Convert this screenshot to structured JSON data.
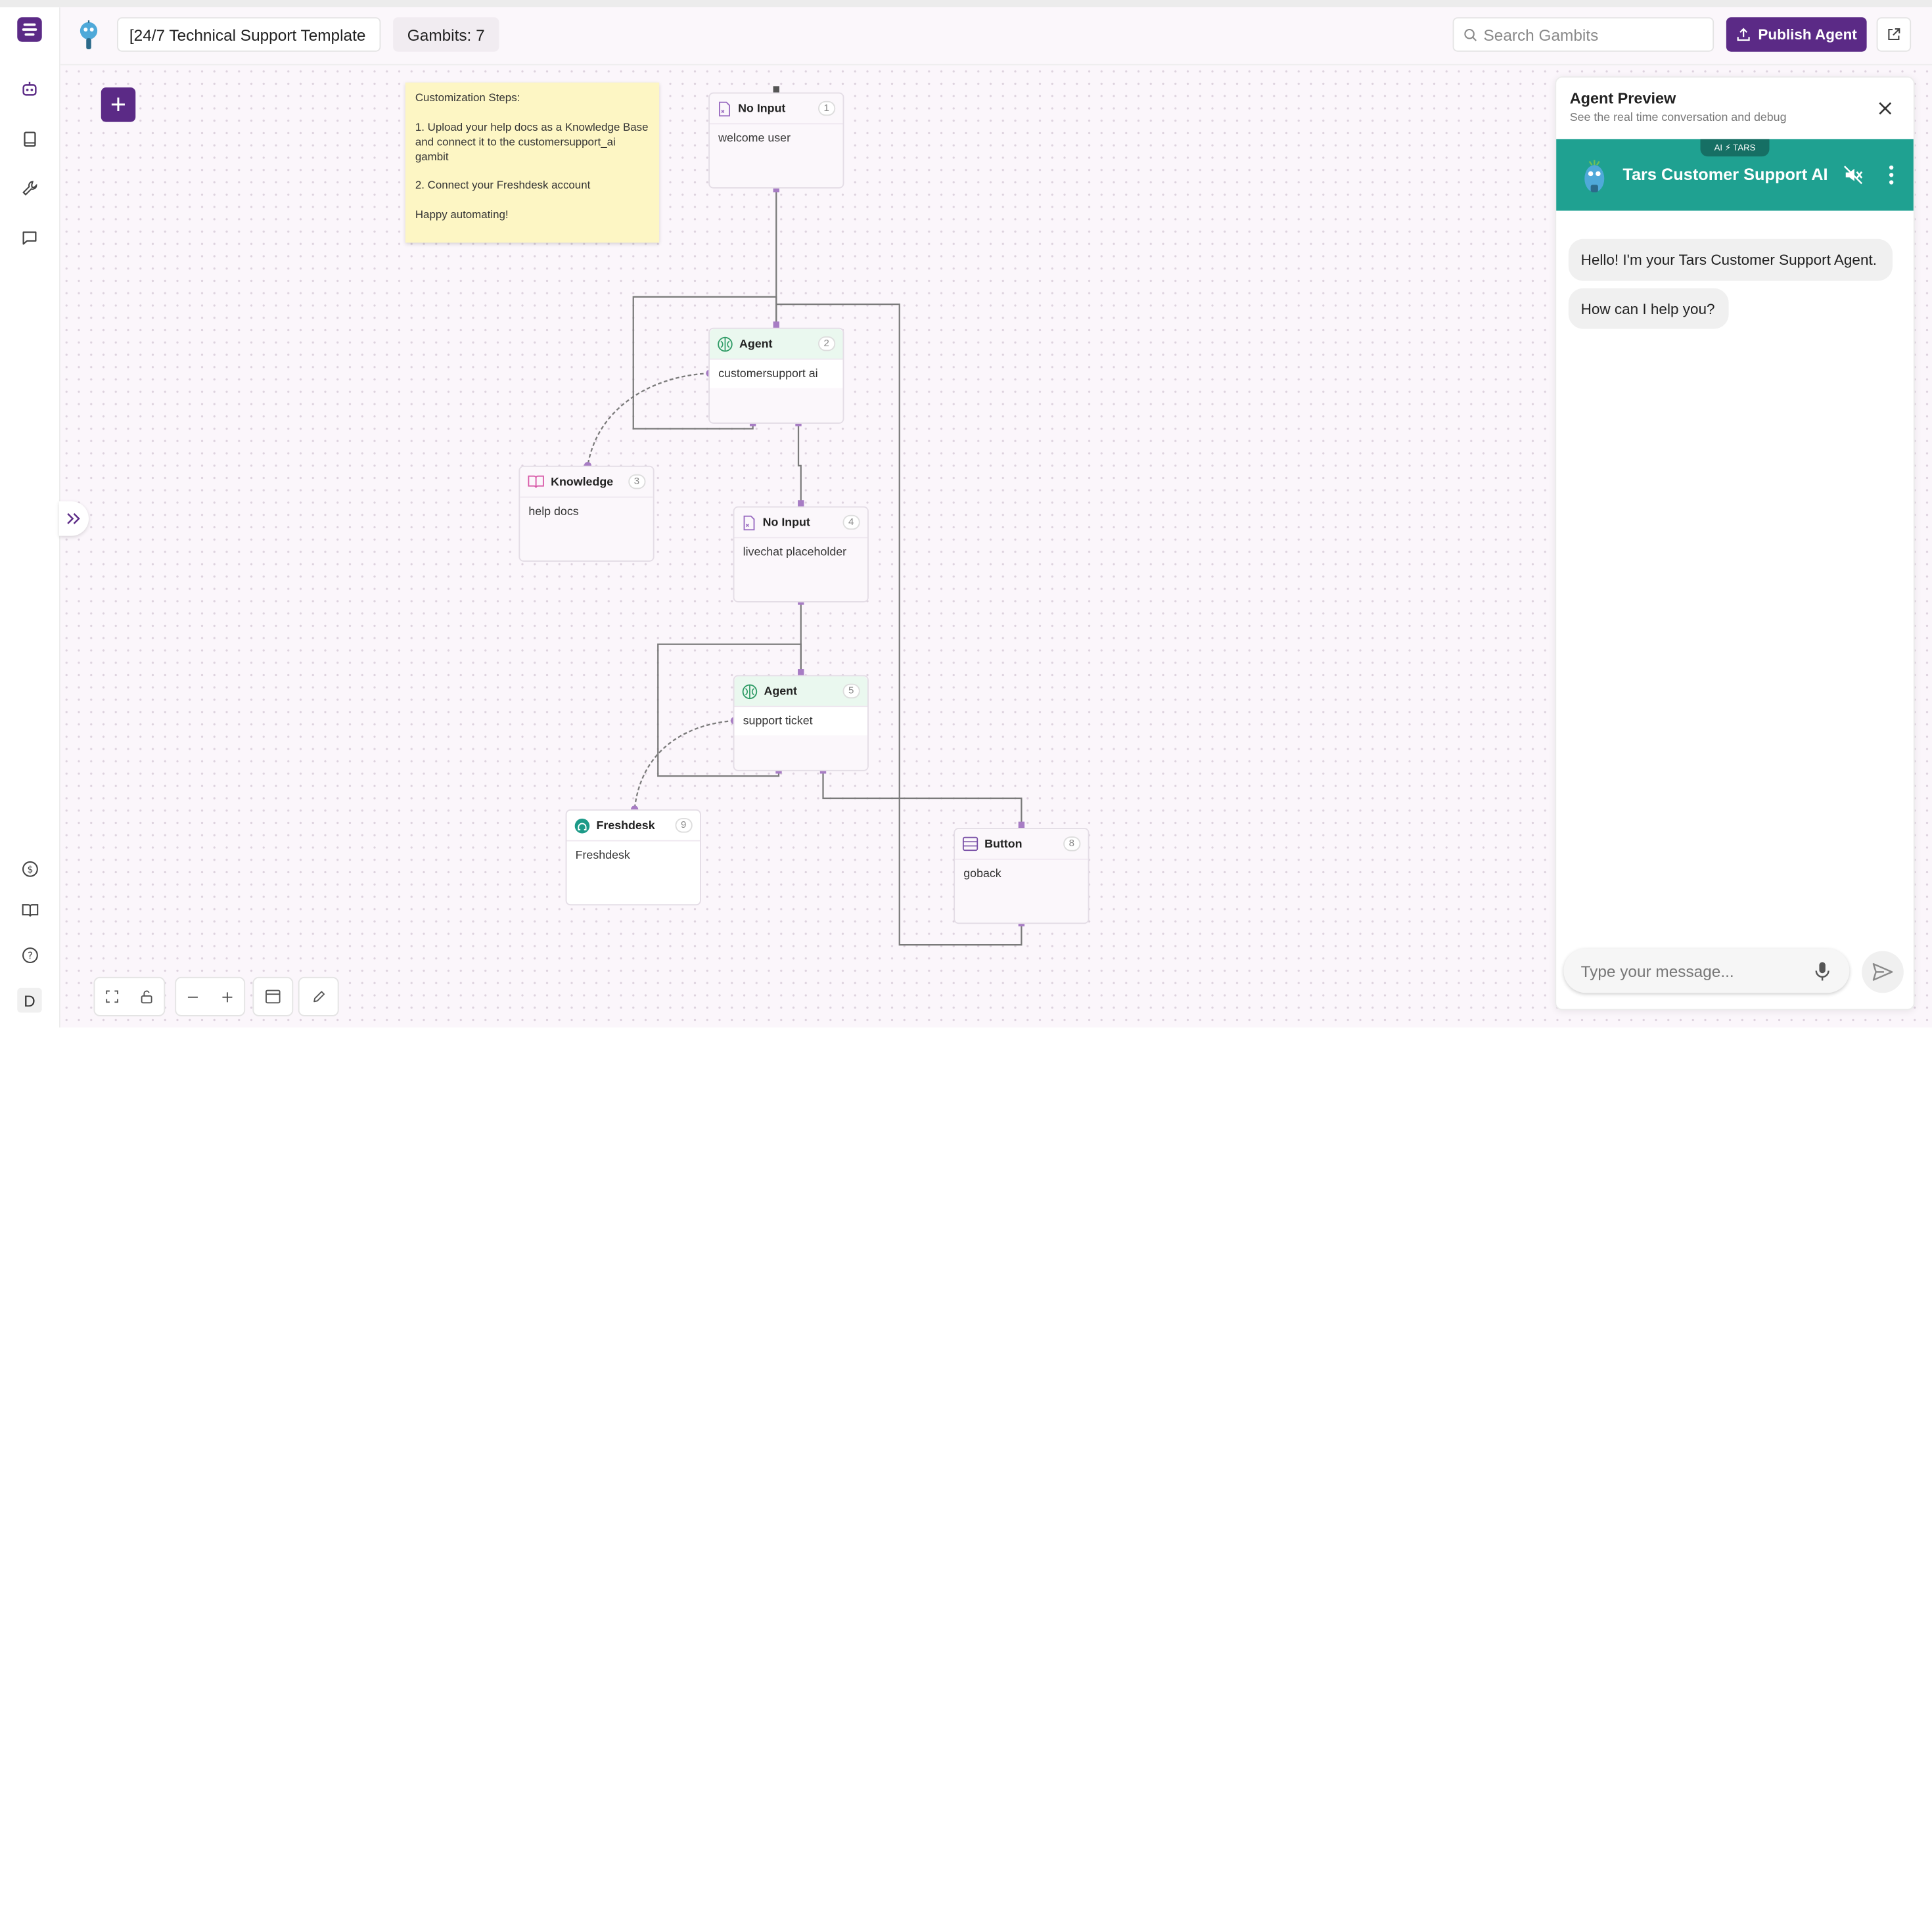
{
  "header": {
    "title": "[24/7 Technical Support Template",
    "gambits_badge": "Gambits: 7",
    "search_placeholder": "Search Gambits",
    "publish_label": "Publish Agent"
  },
  "sidebar": {
    "items": [
      {
        "name": "logo-icon"
      },
      {
        "name": "bot-icon"
      },
      {
        "name": "book-icon"
      },
      {
        "name": "wrench-icon"
      },
      {
        "name": "chat-icon"
      },
      {
        "name": "billing-icon"
      },
      {
        "name": "docs-icon"
      },
      {
        "name": "help-icon"
      }
    ],
    "avatar_initial": "D"
  },
  "canvas": {
    "note_text": "Customization Steps:\n\n1. Upload your help docs as a Knowledge Base and connect it to the customersupport_ai gambit\n\n2. Connect your Freshdesk account\n\nHappy automating!",
    "nodes": [
      {
        "id": 1,
        "type": "No Input",
        "num": "1",
        "label": "welcome user"
      },
      {
        "id": 2,
        "type": "Agent",
        "num": "2",
        "label": "customersupport ai"
      },
      {
        "id": 3,
        "type": "Knowledge",
        "num": "3",
        "label": "help docs"
      },
      {
        "id": 4,
        "type": "No Input",
        "num": "4",
        "label": "livechat placeholder"
      },
      {
        "id": 5,
        "type": "Agent",
        "num": "5",
        "label": "support ticket"
      },
      {
        "id": 9,
        "type": "Freshdesk",
        "num": "9",
        "label": "Freshdesk"
      },
      {
        "id": 8,
        "type": "Button",
        "num": "8",
        "label": "goback"
      }
    ],
    "colors": {
      "accent": "#5b2a86",
      "canvas_bg": "#fbf6fb",
      "agent_header": "#eaf8ef",
      "edge": "#7a7a7a",
      "port": "#a77cc4"
    }
  },
  "preview": {
    "title": "Agent Preview",
    "subtitle": "See the real time conversation and debug",
    "badge": "AI ⚡ TARS",
    "bot_name": "Tars Customer Support AI",
    "messages": [
      "Hello! I'm your Tars Customer Support Agent.",
      "How can I help you?"
    ],
    "input_placeholder": "Type your message...",
    "bar_color": "#1fa191"
  }
}
